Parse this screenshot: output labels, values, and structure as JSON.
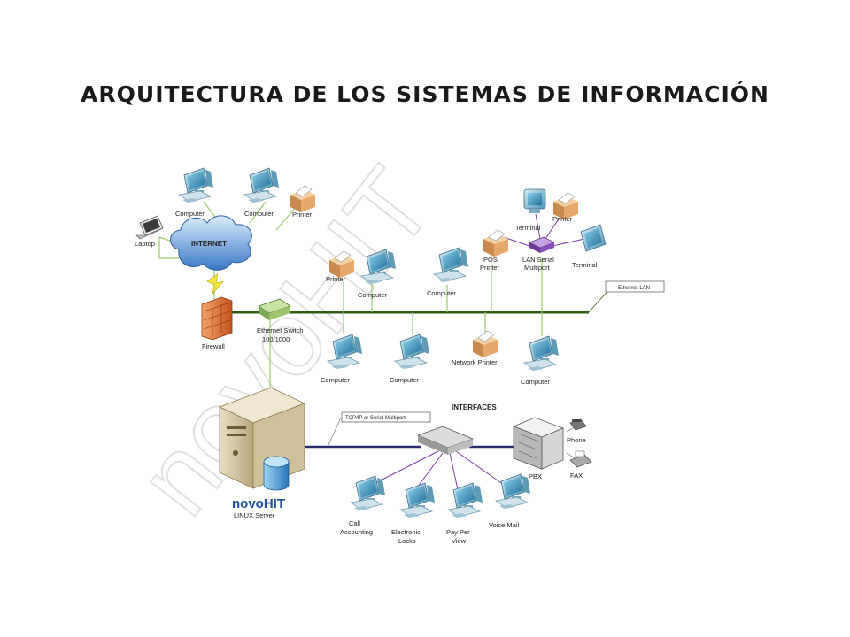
{
  "title": "ARQUITECTURA DE LOS SISTEMAS DE INFORMACIÓN",
  "colors": {
    "bus": "#2f5b17",
    "link_green": "#9ccc6a",
    "link_purple": "#7b3ea6",
    "link_grey": "#9a9a9a",
    "server_line": "#2b2b6e"
  },
  "nodes": {
    "computer1": "Computer",
    "computer2": "Computer",
    "printer1": "Printer",
    "laptop": "Laptop",
    "internet": "INTERNET",
    "firewall": "Firewall",
    "switch_line1": "Ethernet Switch",
    "switch_line2": "100/1000",
    "printer2": "Printer",
    "computer3": "Computer",
    "computer4": "Computer",
    "pos_line1": "POS",
    "pos_line2": "Printer",
    "terminal1": "Terminal",
    "printer3": "Printer",
    "lan_line1": "LAN Serial",
    "lan_line2": "Multiport",
    "terminal2": "Terminal",
    "ethernet_lan": "Ethernet LAN",
    "computer5": "Computer",
    "computer6": "Computer",
    "network_printer": "Network Printer",
    "computer7": "Computer",
    "interfaces": "INTERFACES",
    "tcpip": "TCP/IP or Serial Multiport",
    "phone": "Phone",
    "fax": "FAX",
    "pbx": "PBX",
    "brand": "novoHIT",
    "server": "LINUX Server",
    "call_line1": "Call",
    "call_line2": "Accounting",
    "locks_line1": "Electronic",
    "locks_line2": "Locks",
    "ppv_line1": "Pay Per",
    "ppv_line2": "View",
    "voicemail": "Voice Mail"
  },
  "watermark": "novoHIT"
}
